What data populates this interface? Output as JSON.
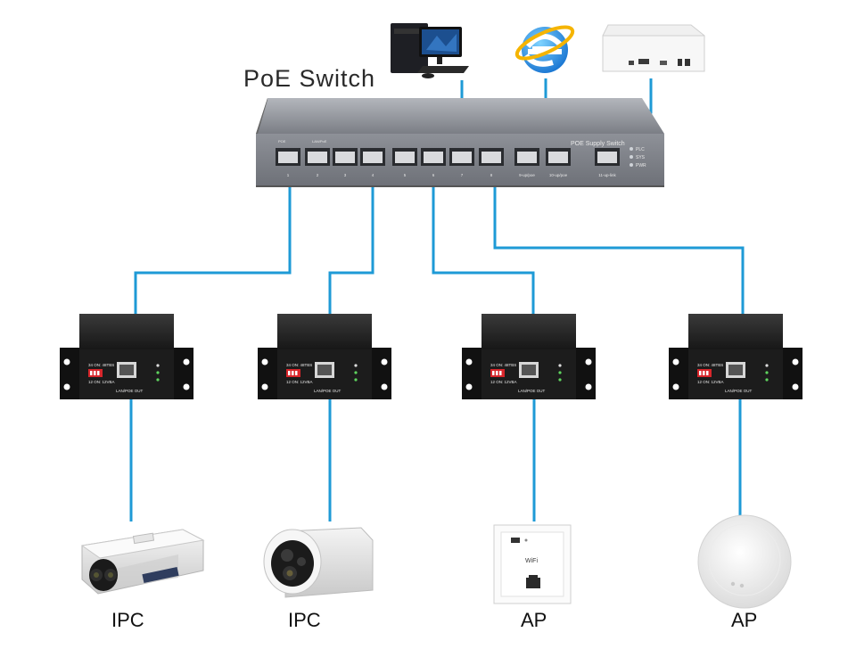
{
  "switch": {
    "title": "PoE Switch",
    "panel_text": "POE Supply Switch",
    "port_labels": [
      "1",
      "2",
      "3",
      "4",
      "5",
      "6",
      "7",
      "8",
      "9-up/poe",
      "10-up/poe",
      "11-up-link"
    ],
    "led_labels": [
      "PLC",
      "SYS",
      "PWR"
    ],
    "group_labels": [
      "POE",
      "LAN/PoE"
    ]
  },
  "splitter": {
    "dip_text": "34 ON: 48TBS",
    "dip_text2": "12 ON: 12VBA",
    "port_text": "LAN/POE OUT"
  },
  "devices": [
    {
      "label": "IPC",
      "icon": "bullet-camera-icon"
    },
    {
      "label": "IPC",
      "icon": "dome-bullet-camera-icon"
    },
    {
      "label": "AP",
      "icon": "wall-panel-ap-icon"
    },
    {
      "label": "AP",
      "icon": "ceiling-ap-icon"
    }
  ],
  "ap_panel_text": "WiFi",
  "uplink_devices": [
    "desktop-computer-icon",
    "internet-explorer-icon",
    "nvr-recorder-icon"
  ],
  "colors": {
    "cable": "#1e9ad6",
    "switch_body": "#8a8d94",
    "splitter_body": "#1b1b1b"
  }
}
